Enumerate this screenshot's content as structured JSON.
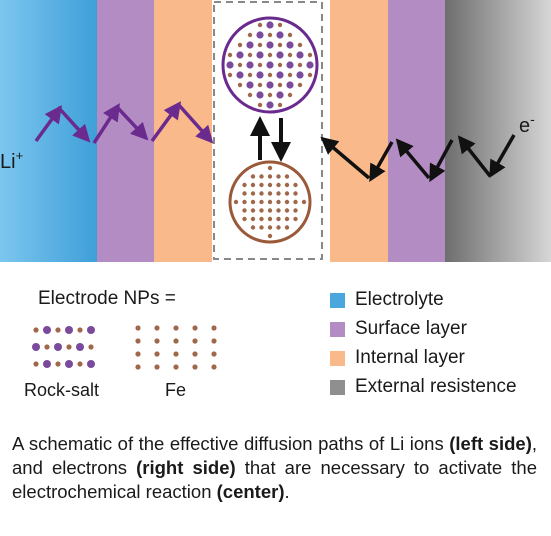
{
  "diagram": {
    "li_label": "Li",
    "li_charge": "+",
    "e_label": "e",
    "e_charge": "-"
  },
  "legend": {
    "title": "Electrode NPs =",
    "rocksalt_label": "Rock-salt",
    "fe_label": "Fe",
    "items": [
      {
        "label": "Electrolyte",
        "color": "#4aa7dd"
      },
      {
        "label": "Surface layer",
        "color": "#b48cc4"
      },
      {
        "label": "Internal layer",
        "color": "#f9b98a"
      },
      {
        "label": "External resistence",
        "color": "#8f8f8f"
      }
    ]
  },
  "caption": {
    "part1": "A schematic of the effective diffusion paths of Li ions ",
    "bold1": "(left side)",
    "part2": ", and electrons ",
    "bold2": "(right side)",
    "part3": " that are necessary to activate the electrochemical reaction ",
    "bold3": "(center)",
    "part4": "."
  },
  "colors": {
    "purple_arrow": "#6a2a8e",
    "black_arrow": "#111111",
    "brown_circle": "#9a5a3a",
    "violet_circle": "#7a4a9c"
  }
}
